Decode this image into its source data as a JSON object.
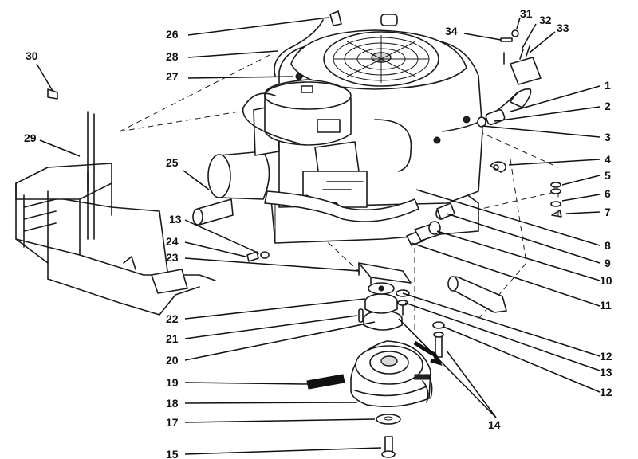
{
  "diagram": {
    "type": "exploded-parts-view",
    "callouts": [
      {
        "id": "c1",
        "label": "1"
      },
      {
        "id": "c2",
        "label": "2"
      },
      {
        "id": "c3",
        "label": "3"
      },
      {
        "id": "c4",
        "label": "4"
      },
      {
        "id": "c5",
        "label": "5"
      },
      {
        "id": "c6",
        "label": "6"
      },
      {
        "id": "c7",
        "label": "7"
      },
      {
        "id": "c8",
        "label": "8"
      },
      {
        "id": "c9",
        "label": "9"
      },
      {
        "id": "c10",
        "label": "10"
      },
      {
        "id": "c11",
        "label": "11"
      },
      {
        "id": "c12a",
        "label": "12"
      },
      {
        "id": "c12b",
        "label": "12"
      },
      {
        "id": "c13a",
        "label": "13"
      },
      {
        "id": "c13b",
        "label": "13"
      },
      {
        "id": "c14",
        "label": "14"
      },
      {
        "id": "c15",
        "label": "15"
      },
      {
        "id": "c17",
        "label": "17"
      },
      {
        "id": "c18",
        "label": "18"
      },
      {
        "id": "c19",
        "label": "19"
      },
      {
        "id": "c20",
        "label": "20"
      },
      {
        "id": "c21",
        "label": "21"
      },
      {
        "id": "c22",
        "label": "22"
      },
      {
        "id": "c23",
        "label": "23"
      },
      {
        "id": "c24",
        "label": "24"
      },
      {
        "id": "c25",
        "label": "25"
      },
      {
        "id": "c26",
        "label": "26"
      },
      {
        "id": "c27",
        "label": "27"
      },
      {
        "id": "c28",
        "label": "28"
      },
      {
        "id": "c29",
        "label": "29"
      },
      {
        "id": "c30",
        "label": "30"
      },
      {
        "id": "c31",
        "label": "31"
      },
      {
        "id": "c32",
        "label": "32"
      },
      {
        "id": "c33",
        "label": "33"
      },
      {
        "id": "c34",
        "label": "34"
      }
    ]
  }
}
